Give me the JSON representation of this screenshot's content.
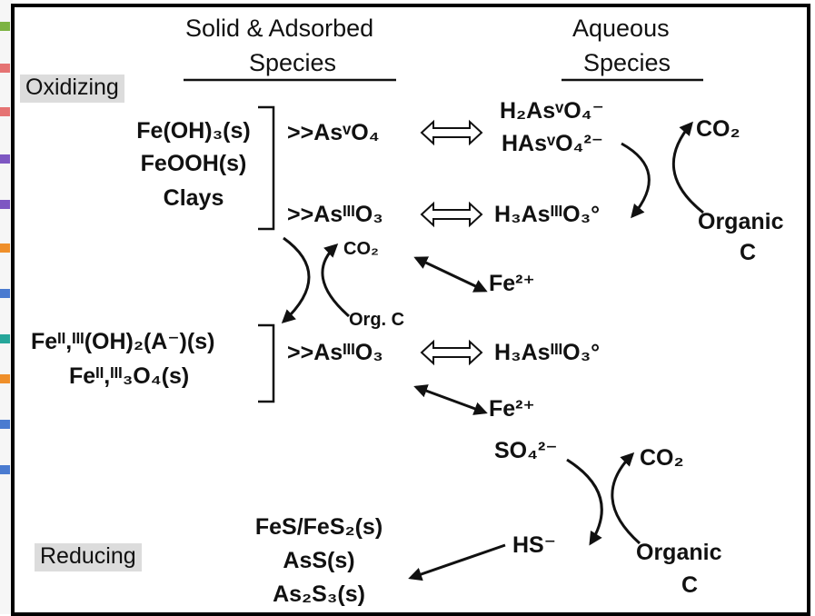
{
  "headers": {
    "solid_line1": "Solid & Adsorbed",
    "solid_line2": "Species",
    "aqueous_line1": "Aqueous",
    "aqueous_line2": "Species"
  },
  "conditions": {
    "oxidizing": "Oxidizing",
    "reducing": "Reducing"
  },
  "left_ox": [
    "Fe(OH)₃(s)",
    "FeOOH(s)",
    "Clays"
  ],
  "left_mid": [
    "Feᴵᴵ,ᴵᴵᴵ(OH)₂(A⁻)(s)",
    "Feᴵᴵ,ᴵᴵᴵ₃O₄(s)"
  ],
  "left_bottom": [
    "FeS/FeS₂(s)",
    "AsS(s)",
    "As₂S₃(s)"
  ],
  "adsorbed": {
    "as5": ">>AsᵛO₄",
    "as3_ox": ">>AsᴵᴵᴵO₃",
    "as3_red": ">>AsᴵᴵᴵO₃"
  },
  "aqueous": {
    "h2aso4": "H₂AsᵛO₄⁻",
    "haso4": "HAsᵛO₄²⁻",
    "h3aso3_ox": "H₃AsᴵᴵᴵO₃°",
    "h3aso3_red": "H₃AsᴵᴵᴵO₃°"
  },
  "redox": {
    "co2_top": "CO₂",
    "organic_top_1": "Organic",
    "organic_top_2": "C",
    "co2_mid": "CO₂",
    "org_c_mid": "Org. C",
    "fe2_a": "Fe²⁺",
    "fe2_b": "Fe²⁺",
    "so4": "SO₄²⁻",
    "co2_bottom": "CO₂",
    "hs": "HS⁻",
    "organic_bottom_1": "Organic",
    "organic_bottom_2": "C"
  },
  "colors": {
    "frame": "#000000",
    "tag_background": "#dcdcdc",
    "text": "#111111"
  }
}
